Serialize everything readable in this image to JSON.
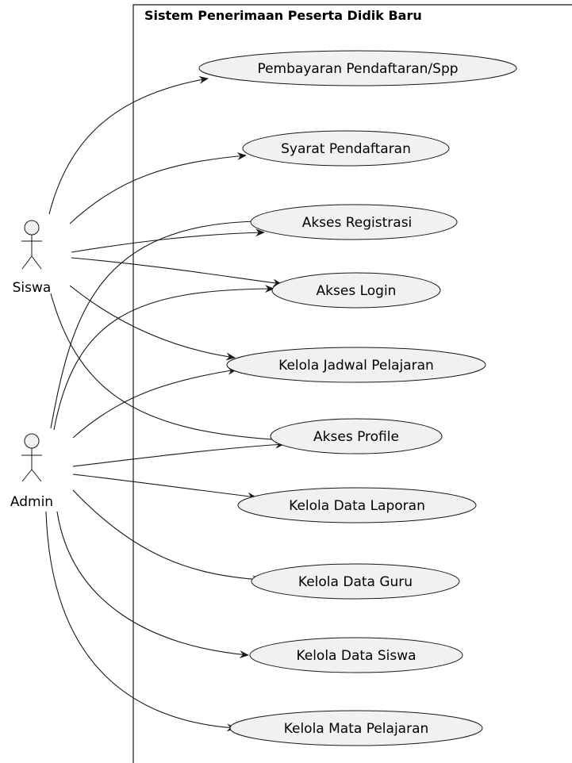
{
  "system": {
    "title": "Sistem Penerimaan Peserta Didik Baru"
  },
  "actors": [
    {
      "id": "siswa",
      "label": "Siswa"
    },
    {
      "id": "admin",
      "label": "Admin"
    }
  ],
  "use_cases": [
    {
      "id": "uc1",
      "label": "Pembayaran Pendaftaran/Spp"
    },
    {
      "id": "uc2",
      "label": "Syarat Pendaftaran"
    },
    {
      "id": "uc3",
      "label": "Akses Registrasi"
    },
    {
      "id": "uc4",
      "label": "Akses Login"
    },
    {
      "id": "uc5",
      "label": "Kelola Jadwal Pelajaran"
    },
    {
      "id": "uc6",
      "label": "Akses Profile"
    },
    {
      "id": "uc7",
      "label": "Kelola Data Laporan"
    },
    {
      "id": "uc8",
      "label": "Kelola Data Guru"
    },
    {
      "id": "uc9",
      "label": "Kelola Data Siswa"
    },
    {
      "id": "uc10",
      "label": "Kelola Mata Pelajaran"
    }
  ],
  "associations": [
    {
      "from": "siswa",
      "to": "uc1"
    },
    {
      "from": "siswa",
      "to": "uc2"
    },
    {
      "from": "siswa",
      "to": "uc3"
    },
    {
      "from": "siswa",
      "to": "uc4"
    },
    {
      "from": "siswa",
      "to": "uc5"
    },
    {
      "from": "siswa",
      "to": "uc6"
    },
    {
      "from": "admin",
      "to": "uc3"
    },
    {
      "from": "admin",
      "to": "uc4"
    },
    {
      "from": "admin",
      "to": "uc5"
    },
    {
      "from": "admin",
      "to": "uc6"
    },
    {
      "from": "admin",
      "to": "uc7"
    },
    {
      "from": "admin",
      "to": "uc8"
    },
    {
      "from": "admin",
      "to": "uc9"
    },
    {
      "from": "admin",
      "to": "uc10"
    }
  ],
  "colors": {
    "usecase_fill": "#f1f1f1",
    "actor_fill": "#f1f1f1",
    "stroke": "#181818",
    "background": "#ffffff"
  }
}
